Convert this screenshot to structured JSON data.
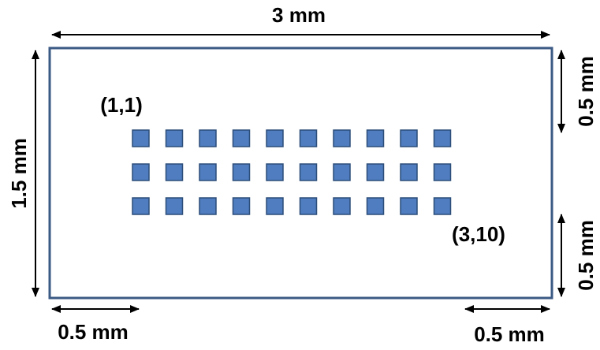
{
  "dimensions": {
    "width_top": "3 mm",
    "height_left": "1.5 mm",
    "right_top": "0.5 mm",
    "right_bottom": "0.5 mm",
    "bottom_left": "0.5 mm",
    "bottom_right": "0.5 mm"
  },
  "array": {
    "rows": 3,
    "cols": 10,
    "first_label": "(1,1)",
    "last_label": "(3,10)"
  },
  "colors": {
    "outline": "#3b5a84",
    "pad_fill": "#4f7dbf",
    "pad_stroke": "#2c4d78",
    "arrow": "#000000"
  }
}
